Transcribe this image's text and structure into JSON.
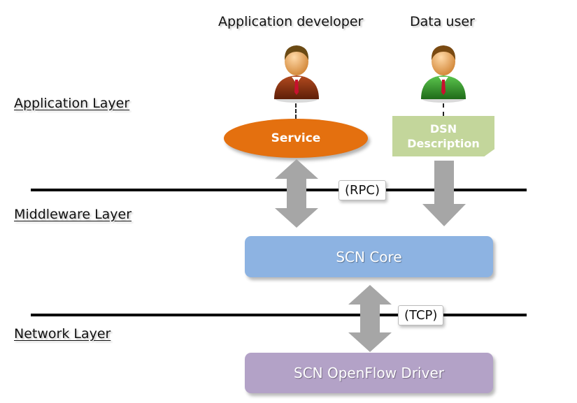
{
  "people": {
    "developer": {
      "title": "Application developer",
      "icon": "developer-person-icon",
      "shirt_color": "#8b3a1a"
    },
    "data_user": {
      "title": "Data user",
      "icon": "data-user-person-icon",
      "shirt_color": "#3b9a35"
    }
  },
  "layers": {
    "application": "Application Layer",
    "middleware": "Middleware Layer",
    "network": "Network Layer"
  },
  "nodes": {
    "service": {
      "label": "Service",
      "color": "#e4700f"
    },
    "dsn": {
      "line1": "DSN",
      "line2": "Description",
      "color": "#c3d69b"
    },
    "scn_core": {
      "label": "SCN Core",
      "color": "#8db3e2"
    },
    "scn_driver": {
      "label": "SCN OpenFlow Driver",
      "color": "#b3a2c7"
    }
  },
  "protocols": {
    "rpc": "(RPC)",
    "tcp": "(TCP)"
  },
  "arrow_color": "#a6a6a6"
}
